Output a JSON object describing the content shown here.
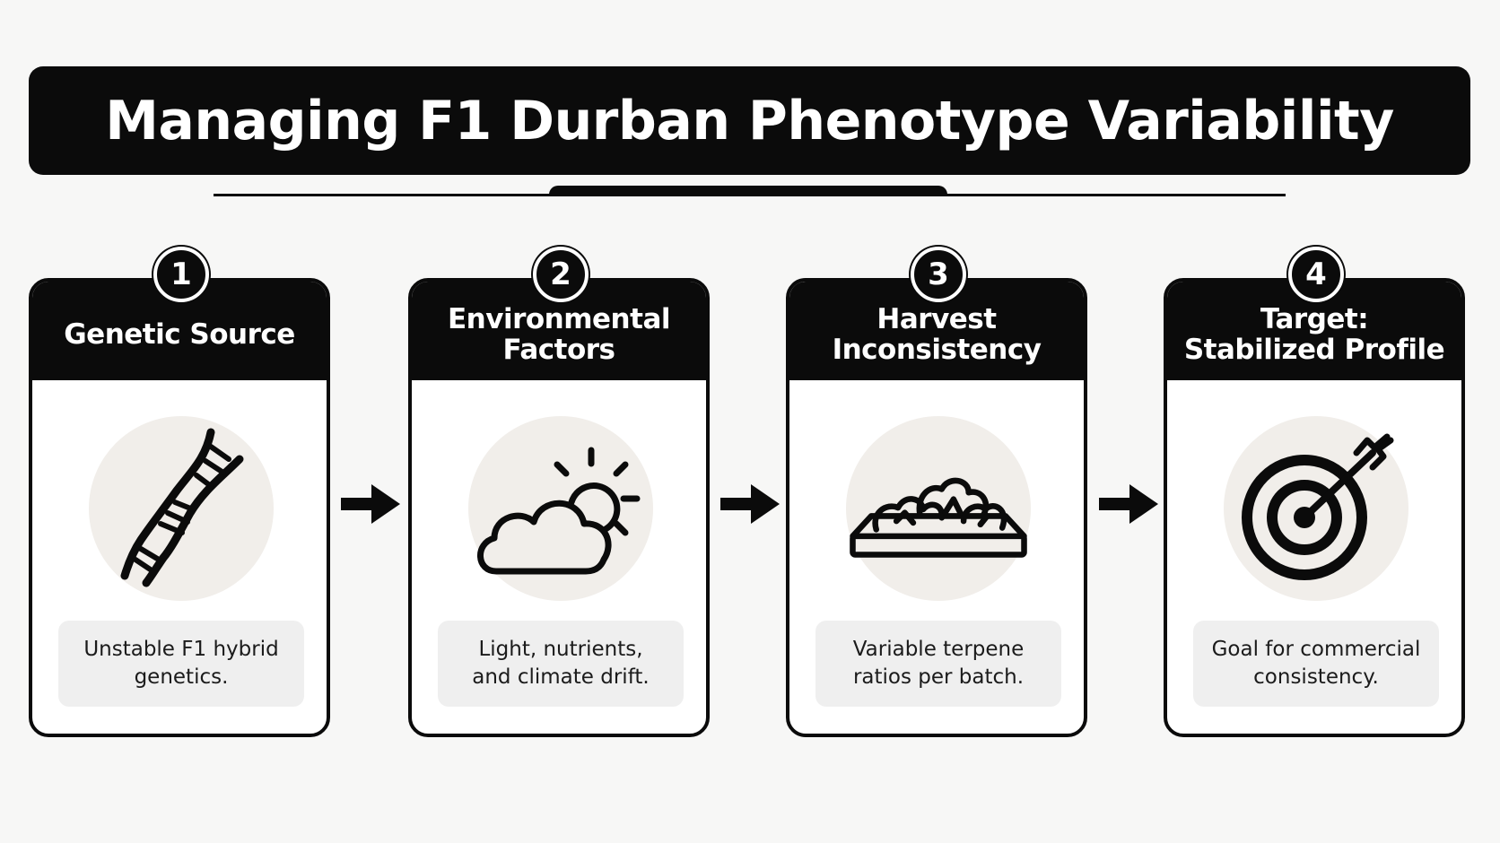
{
  "title": "Managing F1 Durban Phenotype Variability",
  "steps": [
    {
      "number": "1",
      "title": "Genetic Source",
      "icon": "dna-icon",
      "description": "Unstable F1 hybrid\ngenetics."
    },
    {
      "number": "2",
      "title": "Environmental\nFactors",
      "icon": "weather-icon",
      "description": "Light, nutrients,\nand climate drift."
    },
    {
      "number": "3",
      "title": "Harvest\nInconsistency",
      "icon": "harvest-tray-icon",
      "description": "Variable terpene\nratios per batch."
    },
    {
      "number": "4",
      "title": "Target:\nStabilized Profile",
      "icon": "target-icon",
      "description": "Goal for commercial\nconsistency."
    }
  ],
  "colors": {
    "primary": "#0b0b0b",
    "background": "#f7f7f6",
    "icon_circle": "#f1eeea",
    "desc_box": "#efefef"
  }
}
